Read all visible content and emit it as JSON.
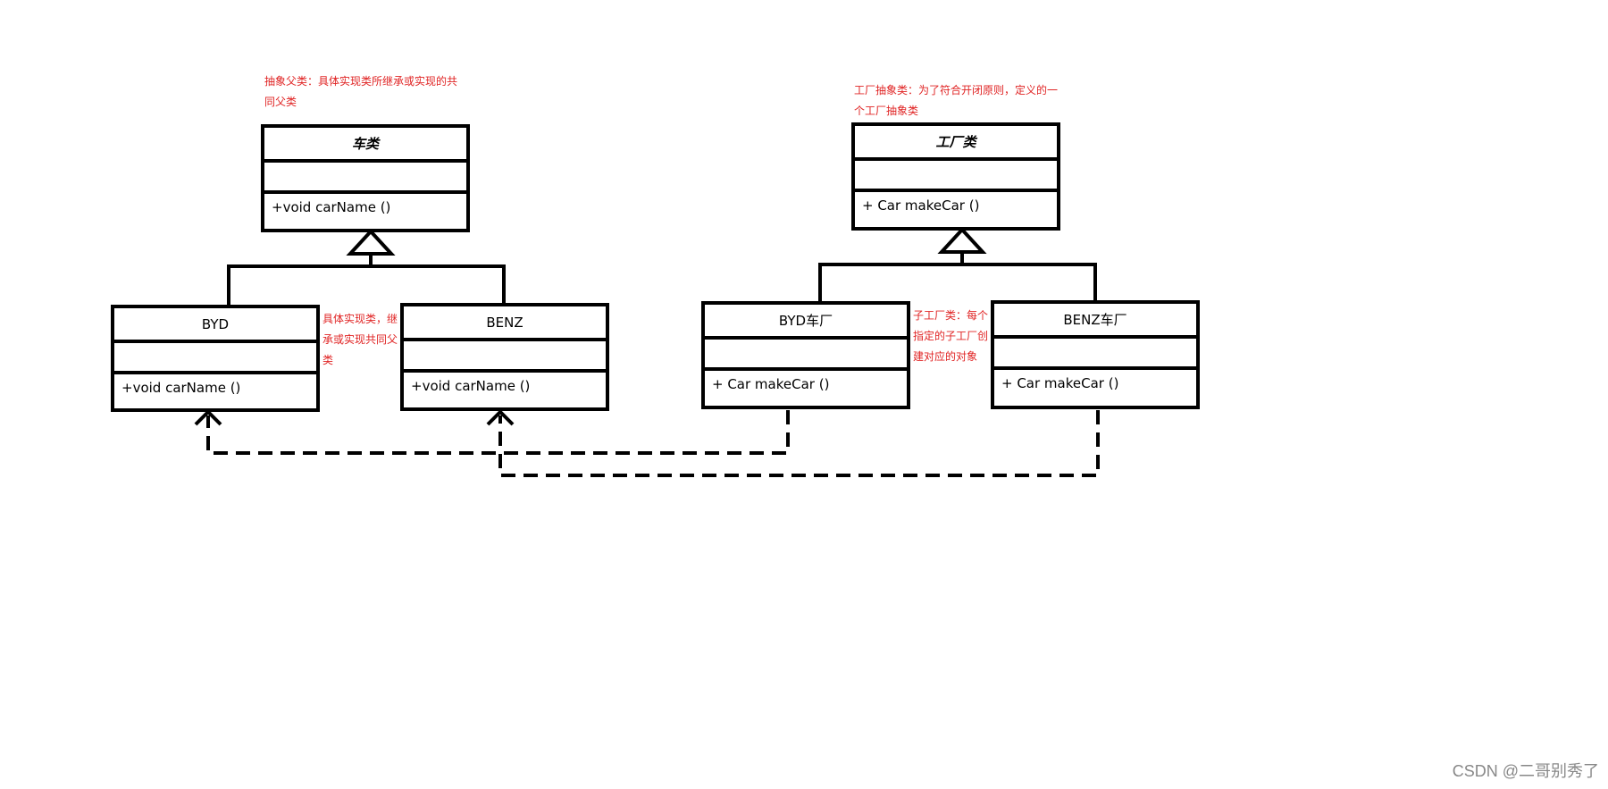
{
  "notes": {
    "abstract_parent": "抽象父类：具体实现类所继承或实现的共同父类",
    "concrete_classes": "具体实现类，继承或实现共同父类",
    "factory_abstract": "工厂抽象类：为了符合开闭原则，定义的一个工厂抽象类",
    "sub_factory": "子工厂类：每个指定的子工厂创建对应的对象"
  },
  "classes": {
    "car": {
      "name": "车类",
      "operation": "+void carName  ()"
    },
    "byd": {
      "name": "BYD",
      "operation": "+void carName  ()"
    },
    "benz": {
      "name": "BENZ",
      "operation": "+void carName  ()"
    },
    "factory": {
      "name": "工厂类",
      "operation": "+ Car makeCar ()"
    },
    "byd_factory": {
      "name": "BYD车厂",
      "operation": "+ Car makeCar ()"
    },
    "benz_factory": {
      "name": "BENZ车厂",
      "operation": "+ Car makeCar ()"
    }
  },
  "watermark": "CSDN @二哥别秀了",
  "colors": {
    "line": "#000000",
    "note": "#e02424",
    "watermark": "#888888"
  }
}
